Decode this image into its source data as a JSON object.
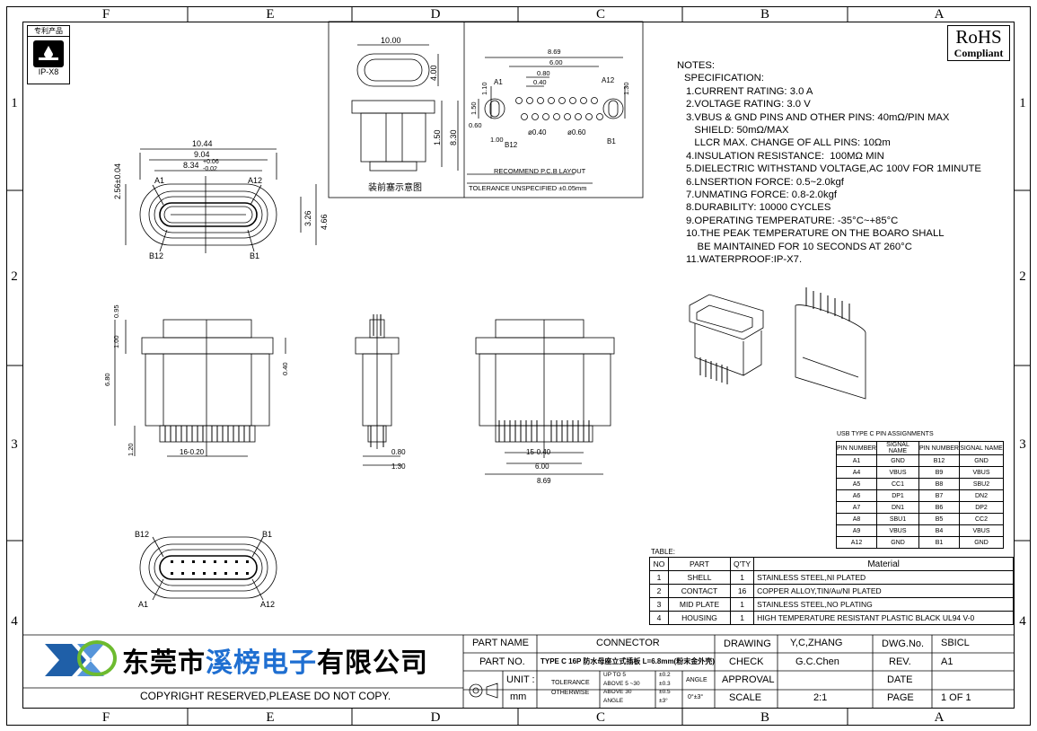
{
  "zones": {
    "columns": [
      "F",
      "E",
      "D",
      "C",
      "B",
      "A"
    ],
    "rows": [
      "1",
      "2",
      "3",
      "4"
    ]
  },
  "badge": {
    "label": "专利产品",
    "model": "IP-X8"
  },
  "rohs": {
    "title": "RoHS",
    "subtitle": "Compliant"
  },
  "top_view": {
    "dims": [
      "10.44",
      "9.04",
      "8.34",
      "+0.06",
      "-0.02",
      "2.56±0.04",
      "3.26",
      "4.66"
    ],
    "labels": [
      "A1",
      "A12",
      "B12",
      "B1"
    ]
  },
  "assembly_view": {
    "dims": [
      "10.00",
      "4.00",
      "1.50",
      "8.30"
    ],
    "caption": "装前塞示意图"
  },
  "pcb_layout": {
    "dims": [
      "8.69",
      "6.00",
      "0.80",
      "0.40",
      "1.10",
      "1.30",
      "1.50",
      "0.60",
      "1.00",
      "ø0.40",
      "ø0.60"
    ],
    "labels": [
      "A1",
      "A12",
      "B12",
      "B1"
    ],
    "caption": "RECOMMEND P.C.B LAYOUT",
    "tolerance": "TOLERANCE UNSPECIFIED ±0.05mm"
  },
  "notes": {
    "heading": "NOTES:",
    "subheading": "SPECIFICATION:",
    "lines": [
      "1.CURRENT RATING: 3.0 A",
      "2.VOLTAGE RATING: 3.0 V",
      "3.VBUS & GND PINS AND OTHER PINS: 40mΩ/PIN MAX",
      "   SHIELD: 50mΩ/MAX",
      "   LLCR MAX. CHANGE OF ALL PINS: 10Ωm",
      "4.INSULATION RESISTANCE:  100MΩ MIN",
      "5.DIELECTRIC WITHSTAND VOLTAGE,AC 100V FOR 1MINUTE",
      "6.LNSERTION FORCE: 0.5~2.0kgf",
      "7.UNMATING FORCE: 0.8-2.0kgf",
      "8.DURABILITY: 10000 CYCLES",
      "9.OPERATING TEMPERATURE: -35°C~+85°C",
      "10.THE PEAK TEMPERATURE ON THE BOARO SHALL",
      "    BE MAINTAINED FOR 10 SECONDS AT 260°C",
      "11.WATERPROOF:IP-X7."
    ]
  },
  "front_view": {
    "dims": [
      "0.95",
      "1.00",
      "6.80",
      "0.40",
      "1.20",
      "16-0.20"
    ]
  },
  "side_view": {
    "dims": [
      "0.80",
      "1.30"
    ]
  },
  "rear_view": {
    "dims": [
      "15-0.40",
      "6.00",
      "8.69"
    ]
  },
  "bottom_view": {
    "labels": [
      "B12",
      "B1",
      "A1",
      "A12"
    ]
  },
  "pin_table": {
    "title": "USB TYPE C PIN ASSIGNMENTS",
    "headers": [
      "PIN NUMBER",
      "SIGNAL NAME",
      "PIN NUMBER",
      "SIGNAL NAME"
    ],
    "rows": [
      [
        "A1",
        "GND",
        "B12",
        "GND"
      ],
      [
        "A4",
        "VBUS",
        "B9",
        "VBUS"
      ],
      [
        "A5",
        "CC1",
        "B8",
        "SBU2"
      ],
      [
        "A6",
        "DP1",
        "B7",
        "DN2"
      ],
      [
        "A7",
        "DN1",
        "B6",
        "DP2"
      ],
      [
        "A8",
        "SBU1",
        "B5",
        "CC2"
      ],
      [
        "A9",
        "VBUS",
        "B4",
        "VBUS"
      ],
      [
        "A12",
        "GND",
        "B1",
        "GND"
      ]
    ]
  },
  "parts_table": {
    "title": "TABLE:",
    "headers": [
      "NO",
      "PART",
      "Q'TY",
      "Material"
    ],
    "rows": [
      [
        "1",
        "SHELL",
        "1",
        "STAINLESS STEEL,NI PLATED"
      ],
      [
        "2",
        "CONTACT",
        "16",
        "COPPER ALLOY,TIN/Au/NI PLATED"
      ],
      [
        "3",
        "MID PLATE",
        "1",
        "STAINLESS STEEL,NO PLATING"
      ],
      [
        "4",
        "HOUSING",
        "1",
        "HIGH TEMPERATURE RESISTANT PLASTIC BLACK UL94 V-0"
      ]
    ]
  },
  "title_block": {
    "company": "东莞市溪榜电子有限公司",
    "company_highlight": "溪榜电子",
    "copyright": "COPYRIGHT RESERVED,PLEASE DO NOT COPY.",
    "part_name_label": "PART NAME",
    "part_name": "CONNECTOR",
    "part_no_label": "PART NO.",
    "part_no": "TYPE C 16P 防水母座立式插板 L=6.8mm(粉末金外壳)",
    "unit_label": "UNIT :",
    "unit": "mm",
    "tolerance_label": "TOLERANCE",
    "otherwise_label": "OTHERWISE",
    "tol_rows": [
      "UP TO 5",
      "ABOVE 5 ~30",
      "ABOVE 30",
      "ANGLE"
    ],
    "tol_vals": [
      "±0.2",
      "±0.3",
      "±0.5",
      "±3°"
    ],
    "angle_label": "ANGLE",
    "angle_val": "0°±3°",
    "drawing_label": "DRAWING",
    "drawing": "Y,C,ZHANG",
    "check_label": "CHECK",
    "check": "G.C.Chen",
    "approval_label": "APPROVAL",
    "scale_label": "SCALE",
    "scale": "2:1",
    "dwg_label": "DWG.No.",
    "dwg": "SBICL",
    "rev_label": "REV.",
    "rev": "A1",
    "date_label": "DATE",
    "page_label": "PAGE",
    "page": "1 OF 1"
  }
}
